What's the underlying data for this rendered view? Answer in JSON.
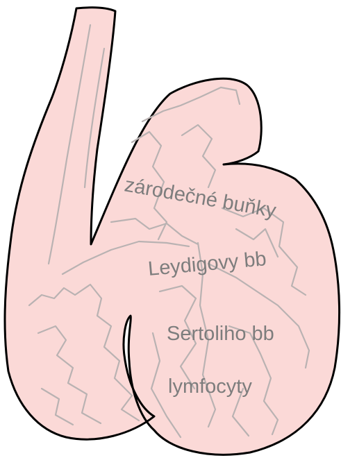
{
  "colors": {
    "organ_fill": "#fbd9d7",
    "organ_outline": "#000000",
    "tubule_stroke": "#b9b2b2",
    "label_text": "#7d7d7d"
  },
  "labels": [
    {
      "id": "germ-cells",
      "text": "zárodečné buňky"
    },
    {
      "id": "leydig",
      "text": "Leydigovy bb"
    },
    {
      "id": "sertoli",
      "text": "Sertoliho bb"
    },
    {
      "id": "lymphocytes",
      "text": "lymfocyty"
    }
  ]
}
